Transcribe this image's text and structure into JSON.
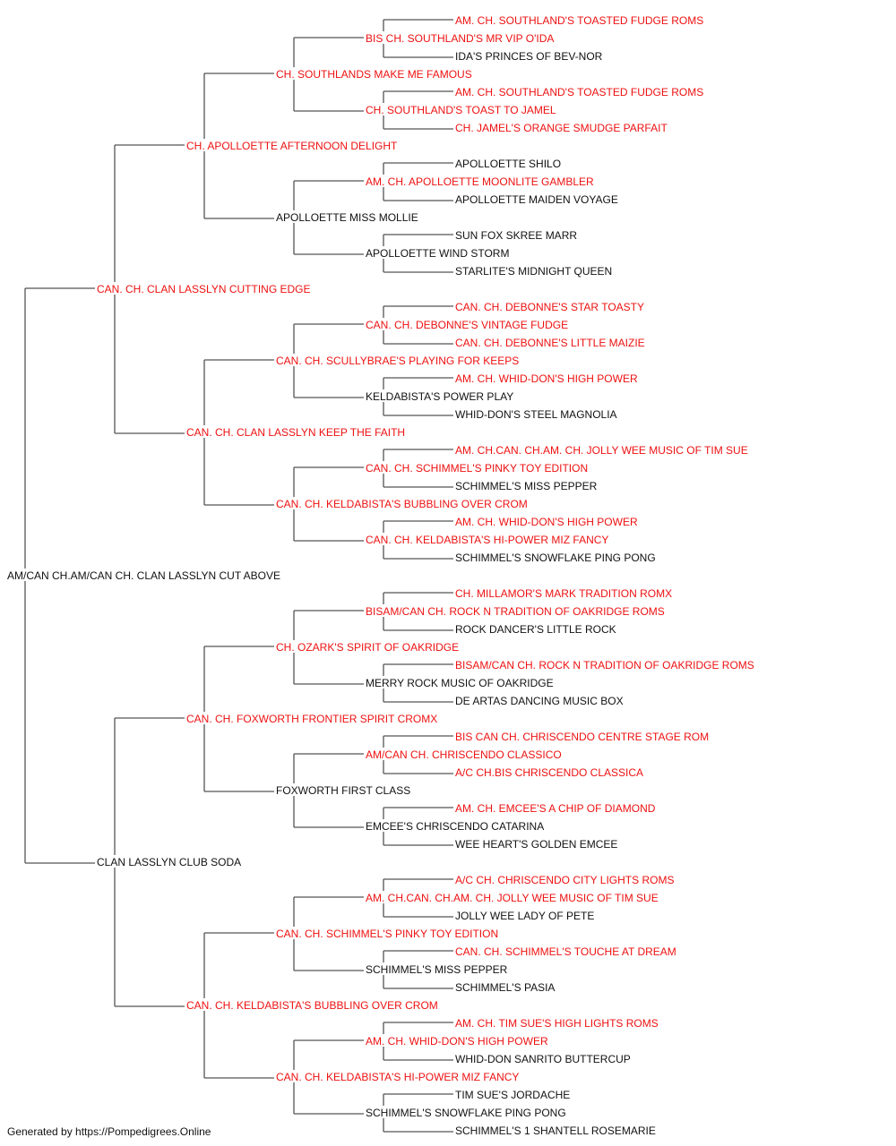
{
  "colors": {
    "champion": "#ee1111",
    "normal": "#111111",
    "line": "#555555"
  },
  "pedigree": {
    "name": "AM/CAN CH.AM/CAN CH. CLAN LASSLYN CUT ABOVE",
    "titled": false,
    "sire": {
      "name": "CAN. CH. CLAN LASSLYN CUTTING EDGE",
      "titled": true,
      "sire": {
        "name": "CH. APOLLOETTE AFTERNOON DELIGHT",
        "titled": true,
        "sire": {
          "name": "CH. SOUTHLANDS MAKE ME FAMOUS",
          "titled": true,
          "sire": {
            "name": "BIS CH. SOUTHLAND'S MR VIP O'IDA",
            "titled": true,
            "sire": {
              "name": "AM. CH. SOUTHLAND'S TOASTED FUDGE ROMS",
              "titled": true
            },
            "dam": {
              "name": "IDA'S PRINCES OF BEV-NOR",
              "titled": false
            }
          },
          "dam": {
            "name": "CH. SOUTHLAND'S TOAST TO JAMEL",
            "titled": true,
            "sire": {
              "name": "AM. CH. SOUTHLAND'S TOASTED FUDGE ROMS",
              "titled": true
            },
            "dam": {
              "name": "CH. JAMEL'S ORANGE SMUDGE PARFAIT",
              "titled": true
            }
          }
        },
        "dam": {
          "name": "APOLLOETTE MISS MOLLIE",
          "titled": false,
          "sire": {
            "name": "AM. CH. APOLLOETTE MOONLITE GAMBLER",
            "titled": true,
            "sire": {
              "name": "APOLLOETTE SHILO",
              "titled": false
            },
            "dam": {
              "name": "APOLLOETTE MAIDEN VOYAGE",
              "titled": false
            }
          },
          "dam": {
            "name": "APOLLOETTE WIND STORM",
            "titled": false,
            "sire": {
              "name": "SUN FOX SKREE MARR",
              "titled": false
            },
            "dam": {
              "name": "STARLITE'S MIDNIGHT QUEEN",
              "titled": false
            }
          }
        }
      },
      "dam": {
        "name": "CAN. CH. CLAN LASSLYN KEEP THE FAITH",
        "titled": true,
        "sire": {
          "name": "CAN. CH. SCULLYBRAE'S PLAYING FOR KEEPS",
          "titled": true,
          "sire": {
            "name": "CAN. CH. DEBONNE'S VINTAGE FUDGE",
            "titled": true,
            "sire": {
              "name": "CAN. CH. DEBONNE'S STAR TOASTY",
              "titled": true
            },
            "dam": {
              "name": "CAN. CH. DEBONNE'S LITTLE MAIZIE",
              "titled": true
            }
          },
          "dam": {
            "name": "KELDABISTA'S POWER PLAY",
            "titled": false,
            "sire": {
              "name": "AM. CH. WHID-DON'S HIGH POWER",
              "titled": true
            },
            "dam": {
              "name": "WHID-DON'S STEEL MAGNOLIA",
              "titled": false
            }
          }
        },
        "dam": {
          "name": "CAN. CH. KELDABISTA'S BUBBLING OVER CROM",
          "titled": true,
          "sire": {
            "name": "CAN. CH. SCHIMMEL'S PINKY TOY EDITION",
            "titled": true,
            "sire": {
              "name": "AM. CH.CAN. CH.AM. CH. JOLLY WEE MUSIC OF TIM SUE",
              "titled": true
            },
            "dam": {
              "name": "SCHIMMEL'S MISS PEPPER",
              "titled": false
            }
          },
          "dam": {
            "name": "CAN. CH. KELDABISTA'S HI-POWER MIZ FANCY",
            "titled": true,
            "sire": {
              "name": "AM. CH. WHID-DON'S HIGH POWER",
              "titled": true
            },
            "dam": {
              "name": "SCHIMMEL'S SNOWFLAKE PING PONG",
              "titled": false
            }
          }
        }
      }
    },
    "dam": {
      "name": "CLAN LASSLYN CLUB SODA",
      "titled": false,
      "sire": {
        "name": "CAN. CH. FOXWORTH FRONTIER SPIRIT CROMX",
        "titled": true,
        "sire": {
          "name": "CH. OZARK'S SPIRIT OF OAKRIDGE",
          "titled": true,
          "sire": {
            "name": "BISAM/CAN CH. ROCK N TRADITION OF OAKRIDGE ROMS",
            "titled": true,
            "sire": {
              "name": "CH. MILLAMOR'S MARK TRADITION ROMX",
              "titled": true
            },
            "dam": {
              "name": "ROCK DANCER'S LITTLE ROCK",
              "titled": false
            }
          },
          "dam": {
            "name": "MERRY ROCK MUSIC OF OAKRIDGE",
            "titled": false,
            "sire": {
              "name": "BISAM/CAN CH. ROCK N TRADITION OF OAKRIDGE ROMS",
              "titled": true
            },
            "dam": {
              "name": "DE ARTAS DANCING MUSIC BOX",
              "titled": false
            }
          }
        },
        "dam": {
          "name": "FOXWORTH FIRST CLASS",
          "titled": false,
          "sire": {
            "name": "AM/CAN CH. CHRISCENDO CLASSICO",
            "titled": true,
            "sire": {
              "name": "BIS CAN CH. CHRISCENDO CENTRE STAGE ROM",
              "titled": true
            },
            "dam": {
              "name": "A/C CH.BIS CHRISCENDO CLASSICA",
              "titled": true
            }
          },
          "dam": {
            "name": "EMCEE'S CHRISCENDO CATARINA",
            "titled": false,
            "sire": {
              "name": "AM. CH. EMCEE'S A CHIP OF DIAMOND",
              "titled": true
            },
            "dam": {
              "name": "WEE HEART'S GOLDEN EMCEE",
              "titled": false
            }
          }
        }
      },
      "dam": {
        "name": "CAN. CH. KELDABISTA'S BUBBLING OVER CROM",
        "titled": true,
        "sire": {
          "name": "CAN. CH. SCHIMMEL'S PINKY TOY EDITION",
          "titled": true,
          "sire": {
            "name": "AM. CH.CAN. CH.AM. CH. JOLLY WEE MUSIC OF TIM SUE",
            "titled": true,
            "sire": {
              "name": "A/C CH. CHRISCENDO CITY LIGHTS ROMS",
              "titled": true
            },
            "dam": {
              "name": "JOLLY WEE LADY OF PETE",
              "titled": false
            }
          },
          "dam": {
            "name": "SCHIMMEL'S MISS PEPPER",
            "titled": false,
            "sire": {
              "name": "CAN. CH. SCHIMMEL'S TOUCHE AT DREAM",
              "titled": true
            },
            "dam": {
              "name": "SCHIMMEL'S PASIA",
              "titled": false
            }
          }
        },
        "dam": {
          "name": "CAN. CH. KELDABISTA'S HI-POWER MIZ FANCY",
          "titled": true,
          "sire": {
            "name": "AM. CH. WHID-DON'S HIGH POWER",
            "titled": true,
            "sire": {
              "name": "AM. CH. TIM SUE'S HIGH LIGHTS ROMS",
              "titled": true
            },
            "dam": {
              "name": "WHID-DON SANRITO BUTTERCUP",
              "titled": false
            }
          },
          "dam": {
            "name": "SCHIMMEL'S SNOWFLAKE PING PONG",
            "titled": false,
            "sire": {
              "name": "TIM SUE'S JORDACHE",
              "titled": false
            },
            "dam": {
              "name": "SCHIMMEL'S 1 SHANTELL ROSEMARIE",
              "titled": false
            }
          }
        }
      }
    }
  },
  "footer": {
    "text": "Generated by https://Pompedigrees.Online"
  }
}
